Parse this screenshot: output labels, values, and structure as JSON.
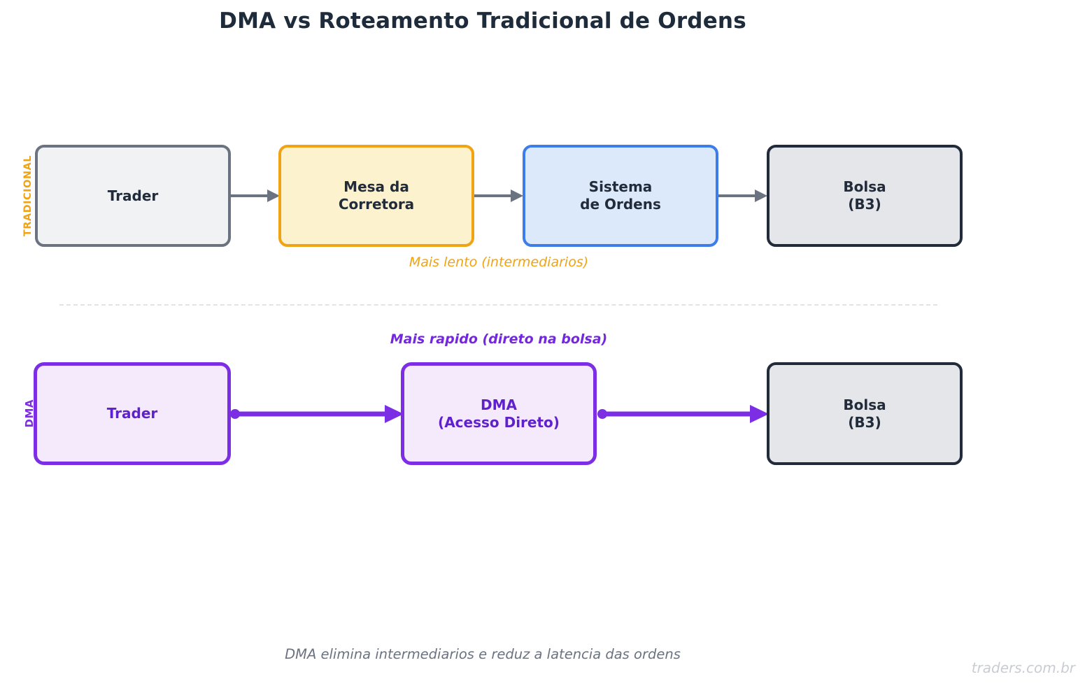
{
  "title": "DMA vs Roteamento Tradicional de Ordens",
  "traditional_flow": {
    "row_label": "TRADICIONAL",
    "caption": "Mais lento (intermediarios)",
    "nodes": [
      {
        "label": "Trader"
      },
      {
        "label": "Mesa da\nCorretora"
      },
      {
        "label": "Sistema\nde Ordens"
      },
      {
        "label": "Bolsa\n(B3)"
      }
    ]
  },
  "dma_flow": {
    "row_label": "DMA",
    "caption": "Mais rapido (direto na bolsa)",
    "nodes": [
      {
        "label": "Trader"
      },
      {
        "label": "DMA\n(Acesso Direto)"
      },
      {
        "label": "Bolsa\n(B3)"
      }
    ]
  },
  "footer": {
    "note": "DMA elimina intermediarios e reduz a latencia das ordens",
    "watermark": "traders.com.br"
  },
  "colors": {
    "title_text": "#1d2b3a",
    "traditional_accent": "#f0a313",
    "traditional_box_gray_border": "#6b7280",
    "traditional_box_gray_fill": "#f1f2f4",
    "broker_desk_border": "#f0a313",
    "broker_desk_fill": "#fcf2cd",
    "order_system_border": "#3c7dea",
    "order_system_fill": "#dbe9fb",
    "exchange_border": "#222b3a",
    "exchange_fill": "#e4e6e9",
    "dma_accent": "#7c2ee4",
    "dma_box_fill": "#f5e9fc",
    "dma_text": "#5e21cb",
    "footer_text": "#6b7280",
    "watermark_text": "#c9cdd3"
  }
}
